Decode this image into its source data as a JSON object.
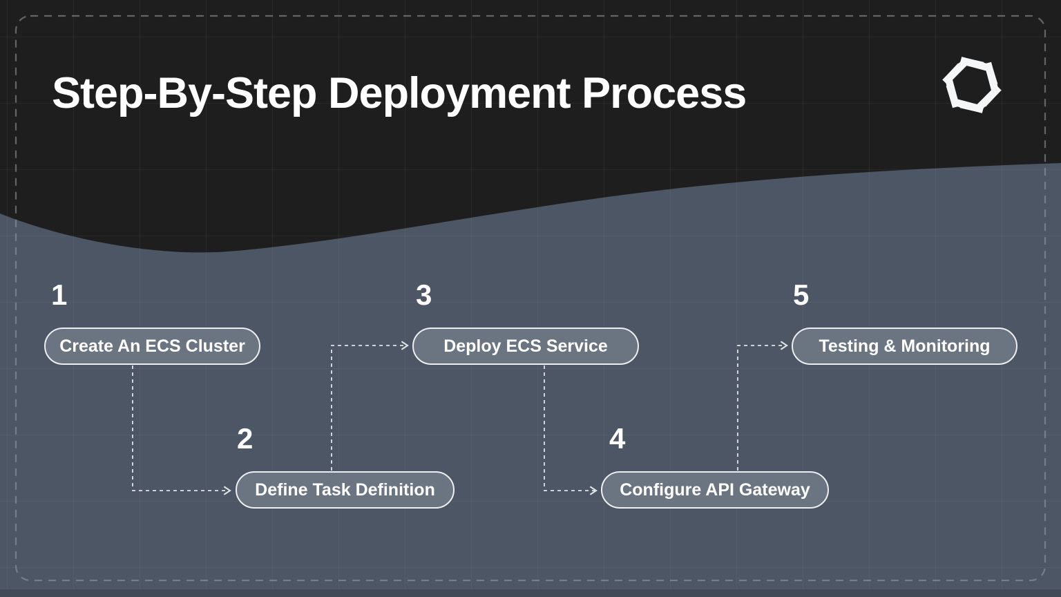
{
  "header": {
    "title": "Step-By-Step Deployment Process",
    "logo": "hexagon-aperture-logo"
  },
  "steps": [
    {
      "number": "1",
      "label": "Create An ECS Cluster"
    },
    {
      "number": "2",
      "label": "Define Task Definition"
    },
    {
      "number": "3",
      "label": "Deploy ECS Service"
    },
    {
      "number": "4",
      "label": "Configure API Gateway"
    },
    {
      "number": "5",
      "label": "Testing & Monitoring"
    }
  ],
  "colors": {
    "header_bg": "#1e1e1e",
    "body_bg": "#4d5664",
    "box_fill": "#6b7481",
    "box_border": "#edeff1",
    "text": "#ffffff",
    "frame_dash": "#9aa0a7",
    "connector": "#dfe3e7",
    "footer_strip": "#424a56",
    "logo_fill": "#f5f6f7"
  }
}
